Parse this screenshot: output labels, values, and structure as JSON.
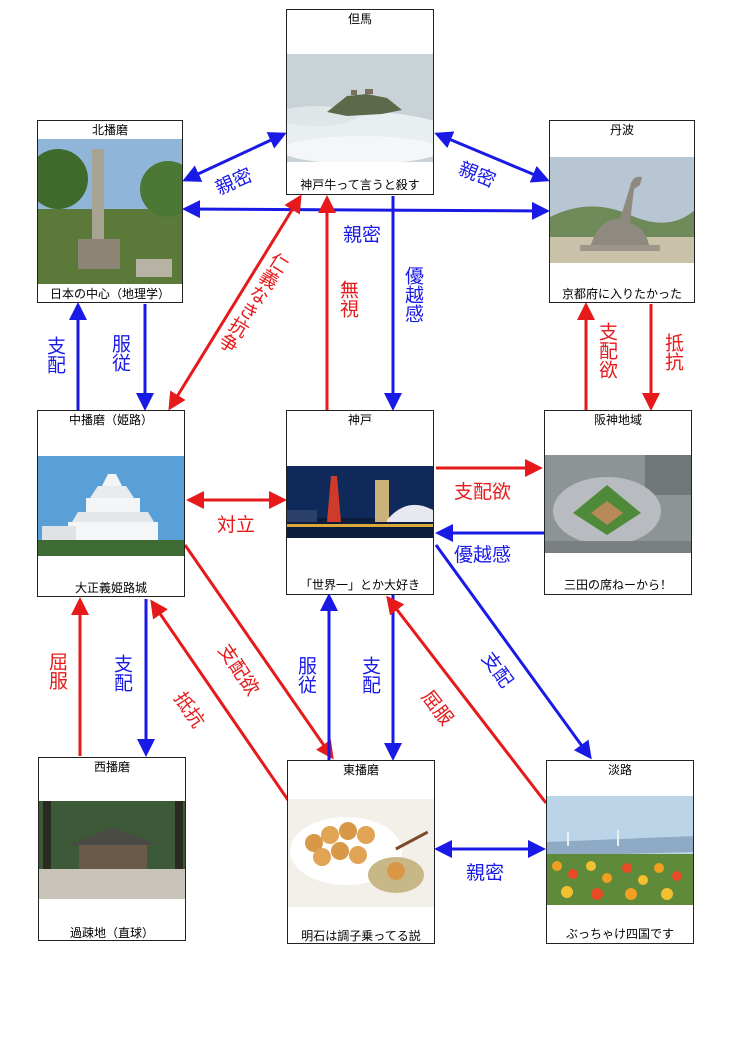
{
  "colors": {
    "blue": "#1a1ae6",
    "red": "#e61a1a"
  },
  "nodes": {
    "tajima": {
      "title": "但馬",
      "caption": "神戸牛って言うと殺す",
      "photo": "castle-in-clouds"
    },
    "kitaharima": {
      "title": "北播磨",
      "caption": "日本の中心（地理学）",
      "photo": "stone-monument"
    },
    "tanba": {
      "title": "丹波",
      "caption": "京都府に入りたかった",
      "photo": "dinosaur-statue"
    },
    "nakaharima": {
      "title": "中播磨（姫路）",
      "caption": "大正義姫路城",
      "photo": "himeji-castle"
    },
    "kobe": {
      "title": "神戸",
      "caption": "「世界一」とか大好き",
      "photo": "kobe-port-tower-night"
    },
    "hanshin": {
      "title": "阪神地域",
      "caption": "三田の席ねーから！",
      "photo": "koshien-stadium"
    },
    "nishiharima": {
      "title": "西播磨",
      "caption": "過疎地（直球）",
      "photo": "shrine"
    },
    "higashiharima": {
      "title": "東播磨",
      "caption": "明石は調子乗ってる説",
      "photo": "akashiyaki"
    },
    "awaji": {
      "title": "淡路",
      "caption": "ぶっちゃけ四国です",
      "photo": "flower-field-bridge"
    }
  },
  "relations": {
    "kita_tajima": "親密",
    "tajima_tanba": "親密",
    "kita_tanba": "親密",
    "naka_tajima": "仁義なき抗争",
    "kobe_tajima": "無視",
    "tajima_kobe": "優越感",
    "naka_kita": "支配",
    "kita_naka": "服従",
    "hanshin_tanba": "支配欲",
    "tanba_hanshin": "抵抗",
    "naka_kobe": "対立",
    "kobe_hanshin": "支配欲",
    "hanshin_kobe": "優越感",
    "nishi_naka": "屈服",
    "naka_nishi": "支配",
    "higashi_naka": "抵抗",
    "naka_higashi": "支配欲",
    "higashi_kobe": "服従",
    "kobe_higashi": "支配",
    "awaji_kobe": "屈服",
    "kobe_awaji": "支配",
    "higashi_awaji": "親密"
  }
}
